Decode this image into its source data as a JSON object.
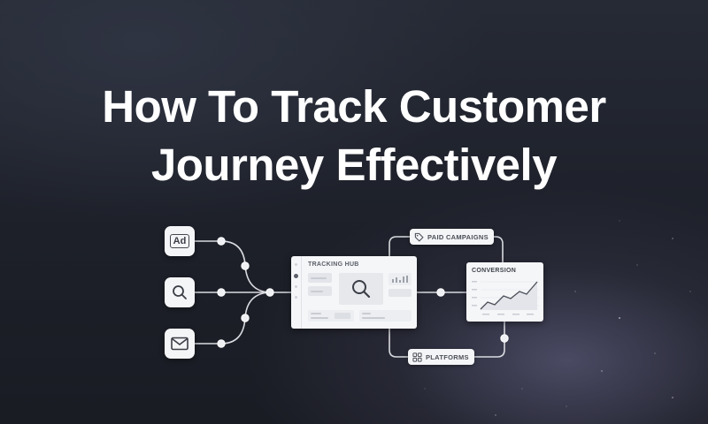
{
  "headline": {
    "line1": "How To Track Customer",
    "line2": "Journey Effectively"
  },
  "sources": [
    {
      "icon": "ad-icon",
      "label": "Ad"
    },
    {
      "icon": "search-icon"
    },
    {
      "icon": "mail-icon"
    }
  ],
  "hub": {
    "title": "TRACKING HUB"
  },
  "conversion": {
    "title": "CONVERSION"
  },
  "labels": {
    "paid_campaigns": "PAID CAMPAIGNS",
    "platforms": "PLATFORMS"
  },
  "colors": {
    "background": "#1e212a",
    "text": "#ffffff",
    "card": "#f5f6f8",
    "connector": "#d9dbe0"
  }
}
